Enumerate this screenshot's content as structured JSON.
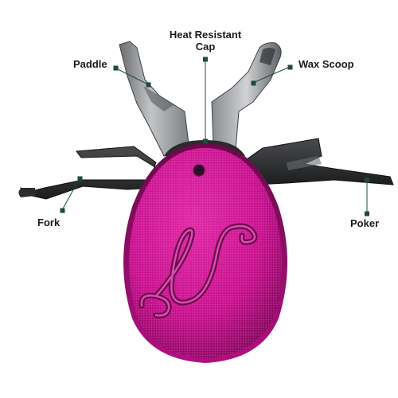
{
  "labels": {
    "heat_cap_line1": "Heat Resistant",
    "heat_cap_line2": "Cap",
    "paddle": "Paddle",
    "wax_scoop": "Wax Scoop",
    "fork": "Fork",
    "poker": "Poker"
  },
  "colors": {
    "body": "#c8128f",
    "body_dark": "#8e0a63",
    "steel": "#9a9c9e",
    "steel_dark": "#4e5153",
    "black_tool": "#2a2b2d",
    "leader": "#1e4a3c"
  }
}
